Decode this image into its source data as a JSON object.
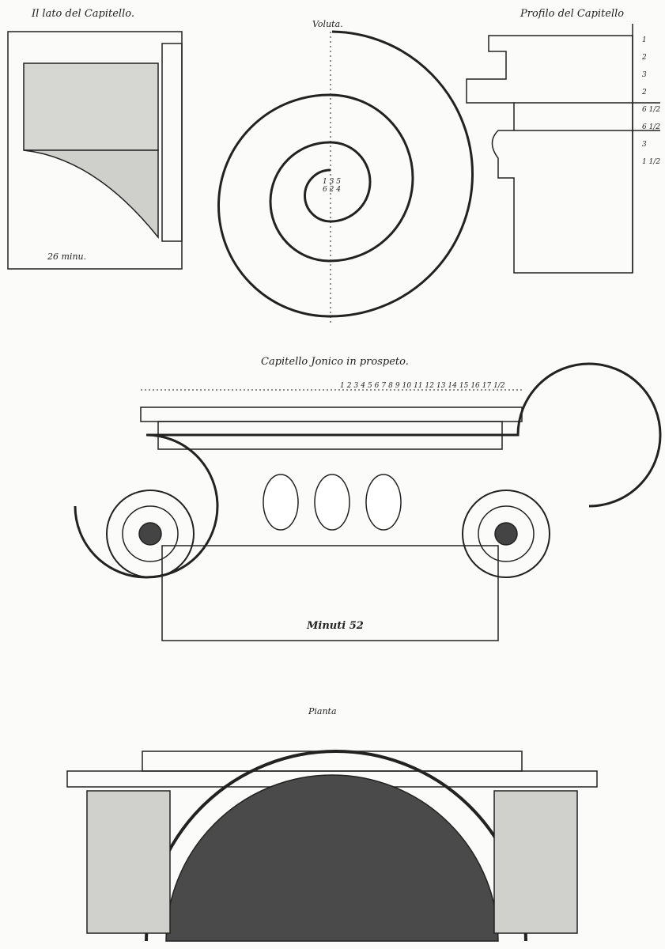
{
  "titles": {
    "side": "Il lato del Capitello.",
    "volute": "Voluta.",
    "profile": "Profilo del Capitello",
    "front": "Capitello Jonico in prospeto.",
    "plan": "Pianta",
    "side_width": "26 minu.",
    "front_width": "Minuti 52"
  },
  "profile_measures": [
    "1",
    "2",
    "3",
    "2",
    "6 1/2",
    "6 1/2",
    "3",
    "1 1/2"
  ],
  "volute_numbers": [
    "1",
    "3",
    "5",
    "6",
    "2",
    "4"
  ],
  "scale_ticks": [
    "1",
    "2",
    "3",
    "4",
    "5",
    "6",
    "7",
    "8",
    "9",
    "10",
    "11",
    "12",
    "13",
    "14",
    "15",
    "16",
    "17 1/2"
  ]
}
